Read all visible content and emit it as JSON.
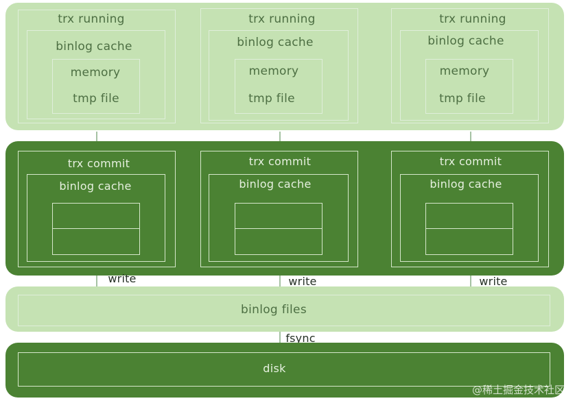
{
  "labels": {
    "trx_running": "trx running",
    "binlog_cache": "binlog cache",
    "memory": "memory",
    "tmp_file": "tmp file",
    "trx_commit": "trx commit",
    "write": "write",
    "binlog_files": "binlog files",
    "fsync": "fsync",
    "disk": "disk",
    "watermark": "@稀土掘金技术社区"
  },
  "colors": {
    "light_band": "#c5e2b3",
    "dark_band": "#4b8233",
    "light_text": "#4d6f43",
    "dark_text": "#e6f0df",
    "arrow": "#a5c2a3"
  }
}
